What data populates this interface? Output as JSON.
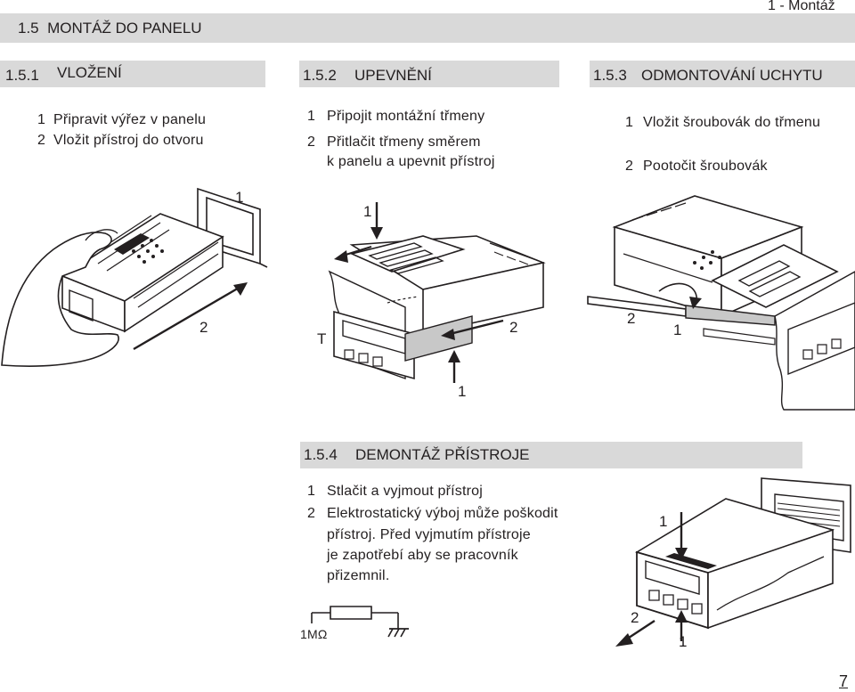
{
  "page": {
    "chapter": "1 - Montáž",
    "page_number": "7"
  },
  "section": {
    "title": "1.5  MONTÁŽ DO PANELU"
  },
  "s151": {
    "number": "1.5.1",
    "title": "VLOŽENÍ",
    "steps": [
      {
        "n": "1",
        "text": "Připravit výřez v panelu"
      },
      {
        "n": "2",
        "text": "Vložit přístroj do otvoru"
      }
    ],
    "callouts": [
      "1",
      "2"
    ]
  },
  "s152": {
    "number": "1.5.2",
    "title": "UPEVNĚNÍ",
    "steps": [
      {
        "n": "1",
        "text": "Připojit montážní třmeny"
      },
      {
        "n": "2",
        "text": "Přitlačit třmeny směrem"
      },
      {
        "n": "",
        "text": "k panelu a upevnit přístroj"
      }
    ],
    "callouts": [
      "1",
      "2",
      "1"
    ],
    "panel_mark": "T"
  },
  "s153": {
    "number": "1.5.3",
    "title": "ODMONTOVÁNÍ UCHYTU",
    "steps": [
      {
        "n": "1",
        "text": "Vložit šroubovák do třmenu"
      },
      {
        "n": "2",
        "text": "Pootočit šroubovák"
      }
    ],
    "callouts": [
      "2",
      "1"
    ]
  },
  "s154": {
    "number": "1.5.4",
    "title": "DEMONTÁŽ PŘÍSTROJE",
    "steps": [
      {
        "n": "1",
        "text": "Stlačit a vyjmout přístroj"
      },
      {
        "n": "2",
        "text": "Elektrostatický výboj může poškodit"
      },
      {
        "n": "",
        "text": "přístroj. Před vyjmutím přístroje"
      },
      {
        "n": "",
        "text": "je zapotřebí aby se pracovník"
      },
      {
        "n": "",
        "text": "přizemnil."
      }
    ],
    "resistor_label": "1MΩ",
    "callouts": [
      "1",
      "2",
      "1"
    ]
  }
}
